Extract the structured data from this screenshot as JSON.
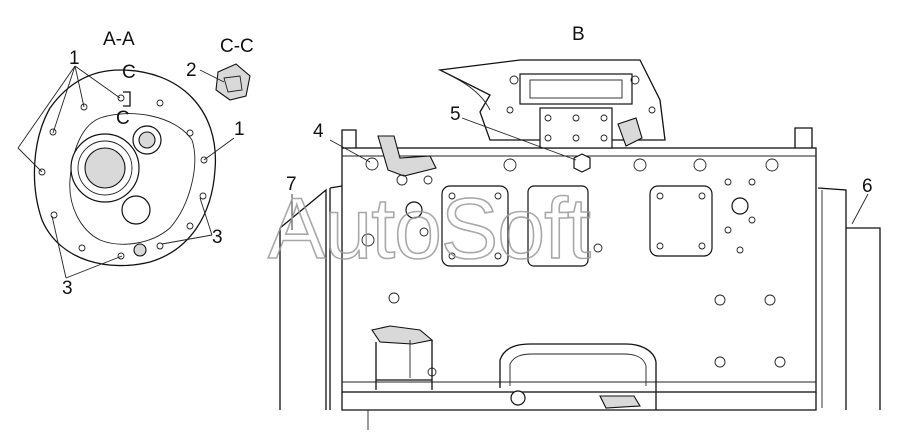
{
  "section_labels": {
    "aa": "A-A",
    "cc": "C-C",
    "b": "B",
    "c_top": "C",
    "c_bottom": "C"
  },
  "callouts": {
    "n1_left": "1",
    "n1_right": "1",
    "n2": "2",
    "n3_right": "3",
    "n3_bottom": "3",
    "n4": "4",
    "n5": "5",
    "n6": "6",
    "n7": "7"
  },
  "watermark": "AutoSoft"
}
